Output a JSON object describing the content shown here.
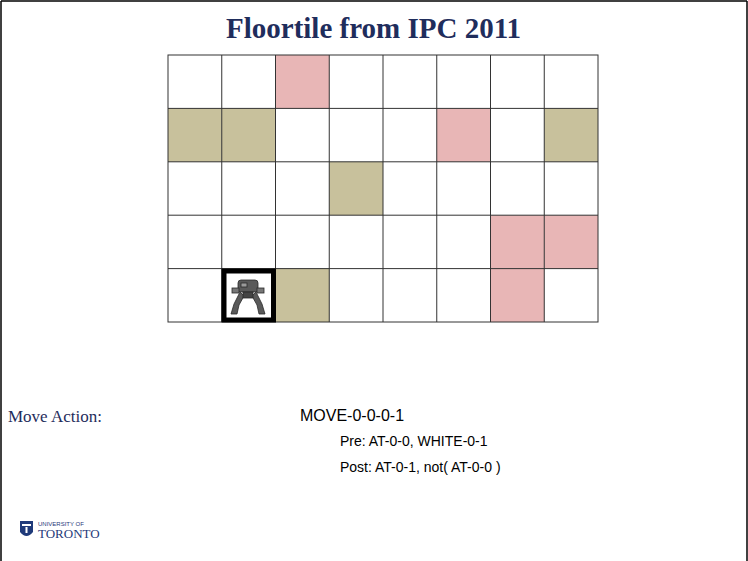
{
  "diagram": {
    "title": "Floortile from IPC 2011",
    "labels": [
      "Move Action:",
      "MOVE-0-0-0-1",
      "Pre: AT-0-0, WHITE-0-1",
      "Post: AT-0-1, not( AT-0-0 )",
      "UNIVERSITY OF",
      "TORONTO"
    ]
  }
}
